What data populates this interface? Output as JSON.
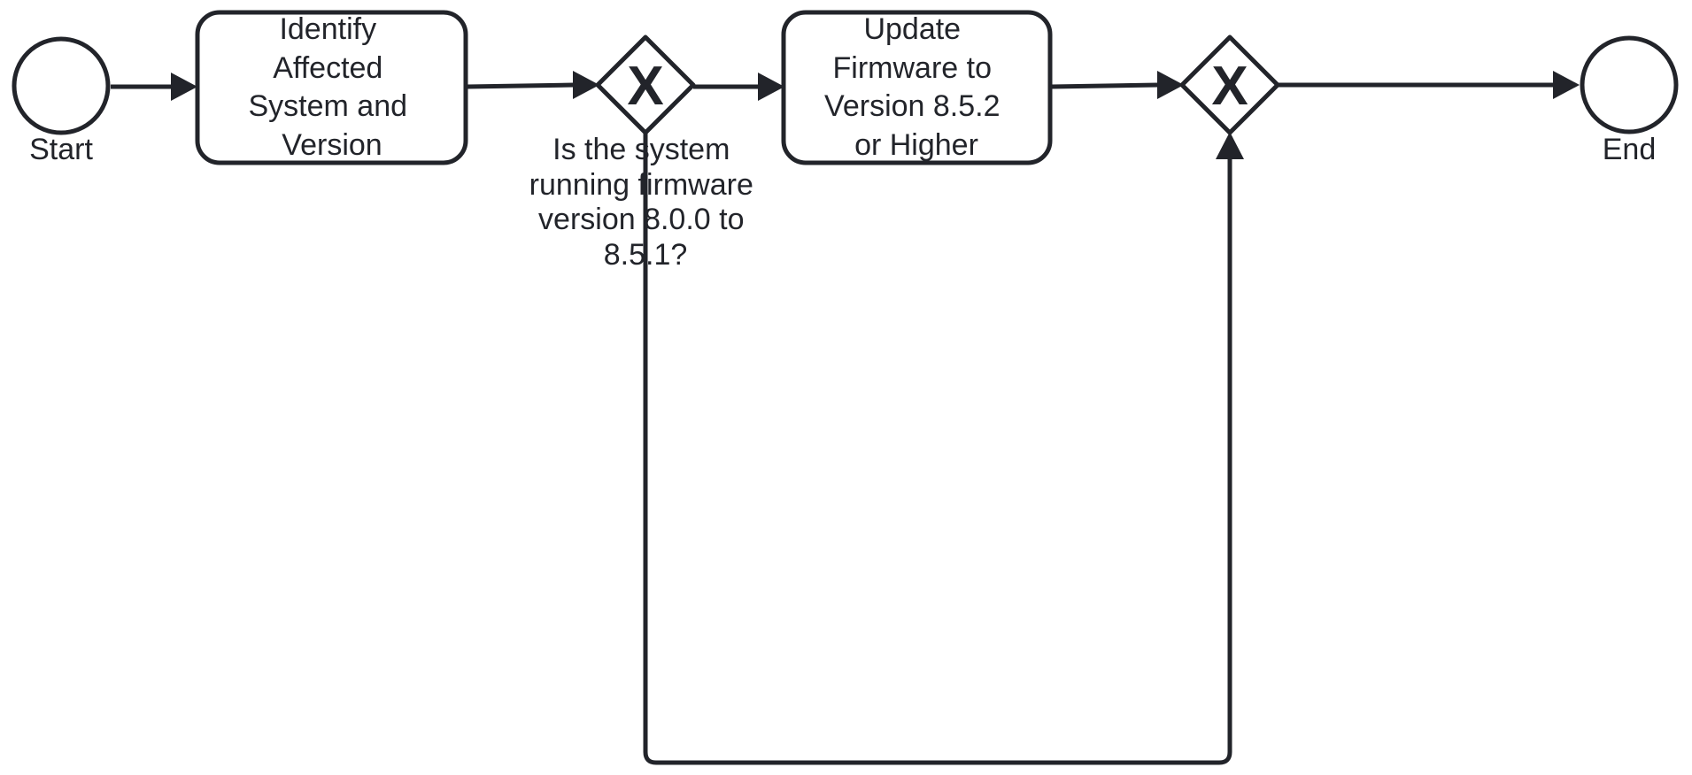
{
  "diagram": {
    "start_event": {
      "label": "Start"
    },
    "end_event": {
      "label": "End"
    },
    "task_identify": {
      "lines": [
        "Identify",
        "Affected",
        "System and",
        "Version"
      ]
    },
    "task_update": {
      "lines": [
        "Update",
        "Firmware to",
        "Version 8.5.2",
        "or Higher"
      ]
    },
    "gateway_split": {
      "marker": "X",
      "question_lines": [
        "Is the system",
        "running firmware",
        "version 8.0.0 to",
        "8.5.1?"
      ]
    },
    "gateway_merge": {
      "marker": "X"
    }
  },
  "colors": {
    "stroke": "#22242a",
    "background": "#ffffff"
  }
}
